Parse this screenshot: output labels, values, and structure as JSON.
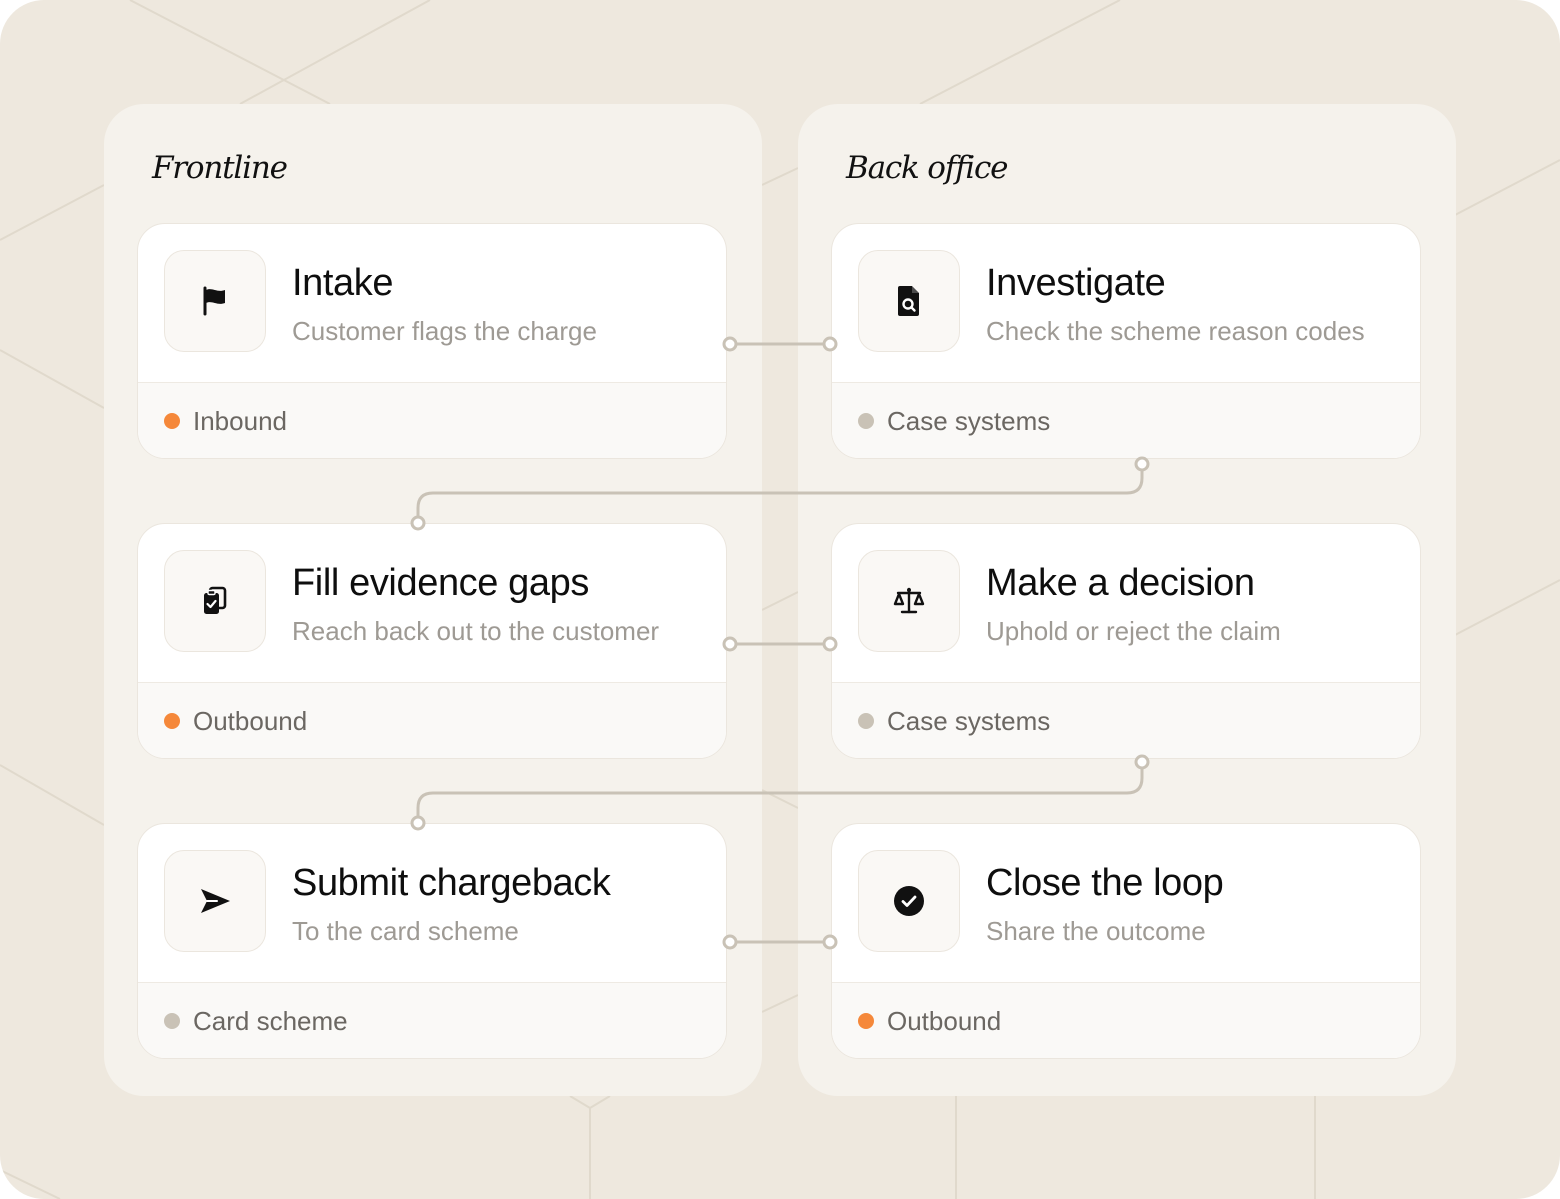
{
  "columns": [
    {
      "title": "Frontline"
    },
    {
      "title": "Back office"
    }
  ],
  "steps": [
    {
      "title": "Intake",
      "subtitle": "Customer flags the charge",
      "tag": "Inbound",
      "tag_color": "#f5883a",
      "icon": "flag-icon"
    },
    {
      "title": "Investigate",
      "subtitle": "Check the scheme reason codes",
      "tag": "Case systems",
      "tag_color": "#c9c2b6",
      "icon": "document-search-icon"
    },
    {
      "title": "Fill evidence gaps",
      "subtitle": "Reach back out to the customer",
      "tag": "Outbound",
      "tag_color": "#f5883a",
      "icon": "clipboard-check-icon"
    },
    {
      "title": "Make a decision",
      "subtitle": "Uphold or reject the claim",
      "tag": "Case systems",
      "tag_color": "#c9c2b6",
      "icon": "scales-icon"
    },
    {
      "title": "Submit chargeback",
      "subtitle": "To the card scheme",
      "tag": "Card scheme",
      "tag_color": "#c9c2b6",
      "icon": "send-icon"
    },
    {
      "title": "Close the loop",
      "subtitle": "Share the outcome",
      "tag": "Outbound",
      "tag_color": "#f5883a",
      "icon": "check-circle-icon"
    }
  ],
  "colors": {
    "background": "#eee8de",
    "panel": "#f5f2ec",
    "card": "#ffffff",
    "connector": "#c9c2b6",
    "accent_orange": "#f5883a",
    "neutral_dot": "#c9c2b6"
  }
}
